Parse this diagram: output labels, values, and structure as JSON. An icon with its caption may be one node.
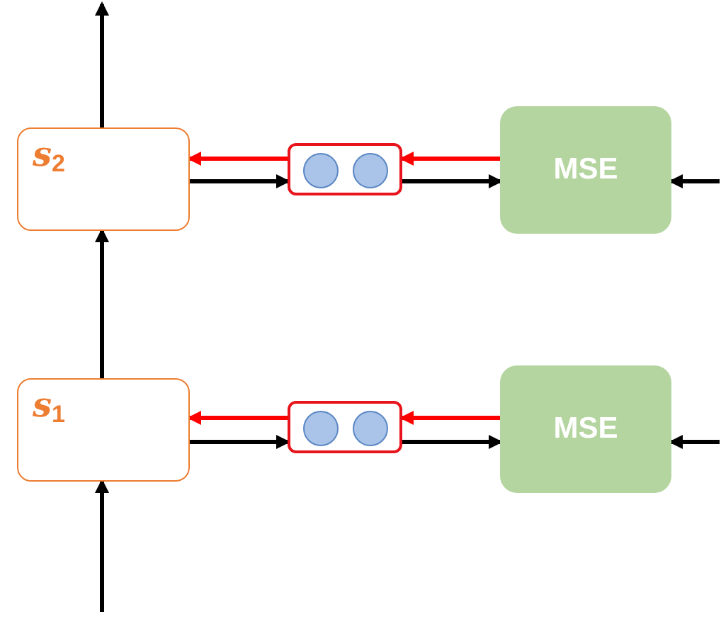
{
  "diagram": {
    "nodes": [
      {
        "text": [
          "*s*$_{2}$"
        ]
      },
      {
        "text": [],
        "shape": "box"
      },
      {
        "text": [],
        "shape": "circle",
        "in": 1
      },
      {
        "text": [],
        "shape": "circle",
        "in": 1
      },
      {
        "text": [
          "MSE"
        ]
      },
      {
        "text": [
          "*s*$_{1}$"
        ]
      },
      {
        "text": [],
        "shape": "box"
      },
      {
        "text": [],
        "shape": "circle",
        "in": 6
      },
      {
        "text": [],
        "shape": "circle",
        "in": 6
      },
      {
        "text": [
          "MSE"
        ]
      }
    ],
    "edges": [
      {
        "from": null,
        "to": 5,
        "arrow": "to"
      },
      {
        "from": 5,
        "to": 0,
        "arrow": "to"
      },
      {
        "from": 0,
        "to": null,
        "arrow": "to"
      },
      {
        "from": 0,
        "to": 1,
        "arrow": "to"
      },
      {
        "from": 1,
        "to": 4,
        "arrow": "to"
      },
      {
        "from": 4,
        "to": 1,
        "arrow": "to",
        "color": "#ff0000"
      },
      {
        "from": 1,
        "to": 0,
        "arrow": "to",
        "color": "#ff0000"
      },
      {
        "from": null,
        "to": 4,
        "arrow": "to"
      },
      {
        "from": 5,
        "to": 6,
        "arrow": "to"
      },
      {
        "from": 6,
        "to": 9,
        "arrow": "to"
      },
      {
        "from": 9,
        "to": 6,
        "arrow": "to",
        "color": "#ff0000"
      },
      {
        "from": 6,
        "to": 5,
        "arrow": "to",
        "color": "#ff0000"
      },
      {
        "from": null,
        "to": 9,
        "arrow": "to"
      }
    ]
  }
}
